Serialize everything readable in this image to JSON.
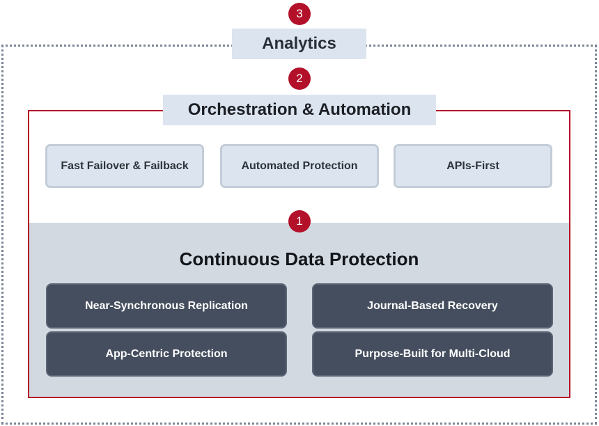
{
  "analytics": {
    "badge": "3",
    "label": "Analytics"
  },
  "orchestration": {
    "badge": "2",
    "label": "Orchestration & Automation",
    "features": [
      "Fast Failover & Failback",
      "Automated Protection",
      "APIs-First"
    ]
  },
  "cdp": {
    "badge": "1",
    "title": "Continuous Data Protection",
    "features": [
      "Near-Synchronous Replication",
      "Journal-Based Recovery",
      "App-Centric Protection",
      "Purpose-Built for Multi-Cloud"
    ]
  },
  "colors": {
    "accent_red": "#b3102a",
    "light_panel": "#dce5ef",
    "cdp_background": "#d2d9e1",
    "dark_card": "#454e5e",
    "dotted_border": "#7a8597"
  }
}
